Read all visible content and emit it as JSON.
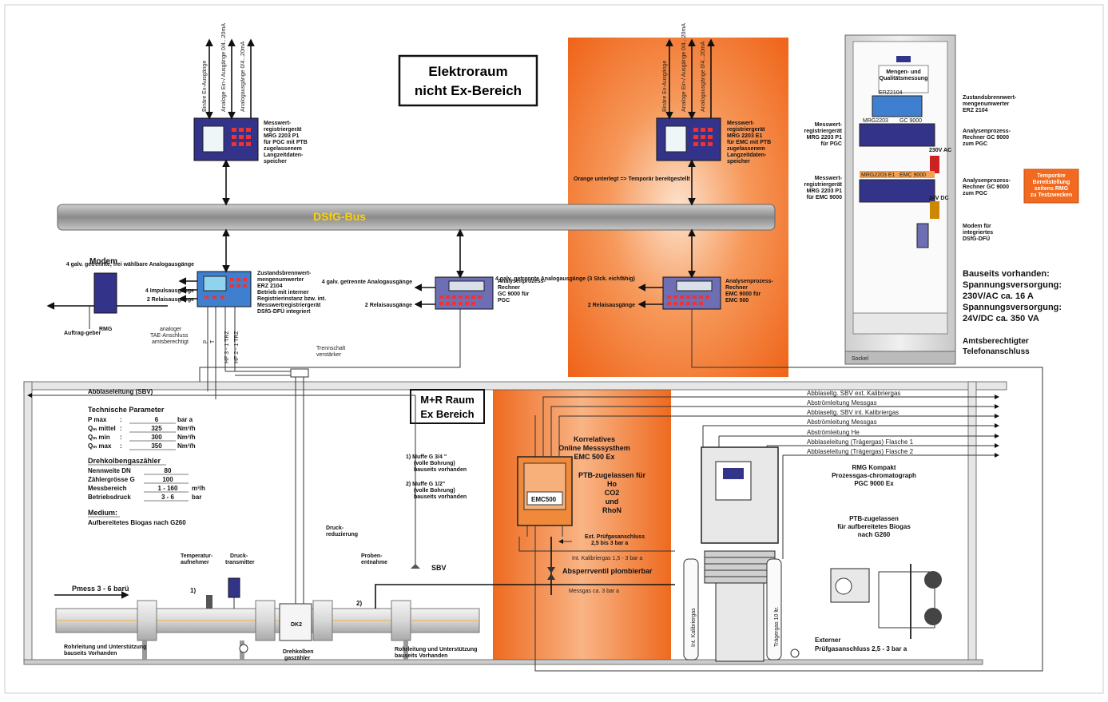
{
  "areas": {
    "elektroraum_line1": "Elektroraum",
    "elektroraum_line2": "nicht Ex-Bereich",
    "mr_line1": "M+R Raum",
    "mr_line2": "Ex Bereich",
    "orange_note": "Orange unterlegt => Temporär bereitgestellt"
  },
  "bus": {
    "label": "DSfG-Bus"
  },
  "colors": {
    "orange": "#f26a1f",
    "bus": "#9a9a9a",
    "device_blue": "#33338a",
    "screen_blue": "#8fd3ee"
  },
  "devices": {
    "mrg_pgc": {
      "label_lines": [
        "Messwert-",
        "registriergerät",
        "MRG 2203 P1",
        "für PGC mit PTB",
        "zugelassenem",
        "Langzeitdaten-",
        "speicher"
      ],
      "port_labels": [
        "Binäre Ex-Ausgänge",
        "Analoge Ein-/ Ausgänge 0/4...20mA",
        "Analogausgänge 0/4...20mA"
      ]
    },
    "mrg_emc": {
      "label_lines": [
        "Messwert-",
        "registriergerät",
        "MRG 2203 E1",
        "für EMC mit PTB",
        "zugelassenem",
        "Langzeitdaten-",
        "speicher"
      ],
      "port_labels": [
        "Binäre Ex-Ausgänge",
        "Analoge Ein-/ Ausgänge 0/4...20mA",
        "Analogausgänge 0/4...20mA"
      ]
    },
    "erz": {
      "label_lines": [
        "Zustandsbrennwert-",
        "mengenumwerter",
        "ERZ 2104",
        "Betrieb mit interner",
        "Registrierinstanz bzw. int.",
        "Messwertregistriergerät",
        "DSfG-DFÜ integriert"
      ],
      "outputs": [
        "4 galv. getrennte, frei wählbare Analogausgänge",
        "4 Impulsausgänge",
        "2 Relaisausgänge"
      ],
      "input_labels": [
        "p",
        "T",
        "HF 3 - 1 TRZ",
        "HF 2 - 1 TRZ"
      ]
    },
    "modem": {
      "title": "Modem",
      "auftraggeber": "Auftrag-geber",
      "rmg": "RMG"
    },
    "tae": {
      "lines": [
        "analoger",
        "TAE-Anschluss",
        "amtsberechtigt"
      ]
    },
    "trennschalt": {
      "lines": [
        "Trennschalt",
        "verstärker"
      ]
    },
    "gc9000": {
      "label_lines": [
        "Analysenprozess-",
        "Rechner",
        "GC 9000 für",
        "PGC"
      ],
      "outputs": [
        "4 galv. getrennte Analogausgänge",
        "2 Relaisausgänge"
      ]
    },
    "emc500": {
      "label_lines": [
        "Analysenprozess-",
        "Rechner",
        "EMC 9000 für",
        "EMC 500"
      ],
      "outputs": [
        "4 galv. getrennte Analogausgänge (3 Stck. eichfähig)",
        "2 Relaisausgänge"
      ]
    }
  },
  "cabinet": {
    "header": [
      "Mengen- und",
      "Qualitätsmessung"
    ],
    "erz_tag": "ERZ2104",
    "mrg_tag": "MRG2203",
    "gc_tag": "GC 9000",
    "mrg_e1_tag": "MRG2203 E1",
    "emc_tag": "EMC 9000",
    "v230": "230V AC",
    "v24": "24V DC",
    "sockel": "Sockel",
    "right_labels": [
      [
        "Zustandsbrennwert-",
        "mengenumwerter",
        "ERZ 2104"
      ],
      [
        "Analysenprozess-",
        "Rechner GC 9000",
        "zum PGC"
      ],
      [
        "Analysenprozess-",
        "Rechner GC 9000",
        "zum PGC"
      ],
      [
        "Modem für",
        "integriertes",
        "DSfG-DFÜ"
      ]
    ],
    "left_labels": [
      [
        "Messwert-",
        "registriergerät",
        "MRG 2203 P1",
        "für PGC"
      ],
      [
        "Messwert-",
        "registriergerät",
        "MRG 2203 P1",
        "für EMC 9000"
      ]
    ],
    "temp_note": [
      "Temporäre",
      "Bereitstellung",
      "seitens RMG",
      "zu Testzwecken"
    ],
    "supply": [
      "Bauseits vorhanden:",
      "Spannungsversorgung:",
      "230V/AC ca. 16 A",
      "Spannungsversorgung:",
      "24V/DC ca. 350 VA"
    ],
    "telefon": [
      "Amtsberechtigter",
      "Telefonanschluss"
    ]
  },
  "lines_right": [
    "Abblaseltg. SBV ext. Kalibriergas",
    "Abströmleitung Messgas",
    "Abblaseltg. SBV int. Kalibriergas",
    "Abströmleitung Messgas",
    "Abströmleitung He",
    "Abblaseleitung (Trägergas) Flasche 1",
    "Abblaseleitung (Trägergas) Flasche 2"
  ],
  "params": {
    "abblase": "Abblaseleitung (SBV)",
    "tech_title": "Technische Parameter",
    "rows": [
      [
        "P max",
        ":",
        "6",
        "bar a"
      ],
      [
        "Qₘ mittel",
        ":",
        "325",
        "Nm³/h"
      ],
      [
        "Qₘ min",
        ":",
        "300",
        "Nm³/h"
      ],
      [
        "Qₘ max",
        ":",
        "350",
        "Nm³/h"
      ]
    ],
    "dk_title": "Drehkolbengaszähler",
    "dk_rows": [
      [
        "Nennweite DN",
        "80",
        ""
      ],
      [
        "Zählergrösse G",
        "100",
        ""
      ],
      [
        "Messbereich",
        "1 - 160",
        "m³/h"
      ],
      [
        "Betriebsdruck",
        "3 - 6",
        "bar"
      ]
    ],
    "medium_title": "Medium:",
    "medium": "Aufbereitetes Biogas nach G260"
  },
  "notes": {
    "muffe1": [
      "1) Muffe G 3/4 \"",
      "(volle Bohrung)",
      "bauseits vorhanden"
    ],
    "muffe2": [
      "2) Muffe G 1/2\"",
      "(volle Bohrung)",
      "bauseits vorhanden"
    ],
    "druck": [
      "Druck-",
      "reduzierung"
    ],
    "temp": [
      "Temperatur-",
      "aufnehmer"
    ],
    "dtrans": [
      "Druck-",
      "transmitter"
    ],
    "proben": [
      "Proben-",
      "entnahme"
    ],
    "sbv": "SBV",
    "pmess": "Pmess   3 - 6 barü",
    "rohr_left": [
      "Rohrleitung und Unterstützung",
      "bauseits Vorhanden"
    ],
    "rohr_right": [
      "Rohrleitung und Unterstützung",
      "bauseits Vorhanden"
    ],
    "drehkolben": [
      "Drehkolben",
      "gaszähler"
    ],
    "n1": "1)",
    "n2": "2)",
    "dk": "DK2",
    "auftrag": "Auftrag-geber"
  },
  "emc": {
    "title": [
      "Korrelatives",
      "Online Messsysthem",
      "EMC 500 Ex"
    ],
    "ptb": [
      "PTB-zugelassen für",
      "Ho",
      "CO2",
      "und",
      "RhoN"
    ],
    "tag": "EMC500",
    "pruef": [
      "Ext. Prüfgasanschluss",
      "2,5 bis 3 bar a"
    ],
    "int_kal": "Int. Kalibriergas  1,5 - 3 bar a",
    "absperr": "Absperrventil plombierbar",
    "messgas": "Messgas ca. 3 bar a"
  },
  "pgc": {
    "title": [
      "RMG Kompakt",
      "Prozessgas-chromatograph",
      "PGC 9000 Ex"
    ],
    "ptb": [
      "PTB-zugelassen",
      "für aufbereitetes Biogas",
      "nach G260"
    ],
    "int_kal": "Int. Kalibriergas",
    "traegergas": "Trägergas 10 ltr.",
    "ext": [
      "Externer",
      "Prüfgasanschluss 2,5 - 3 bar a"
    ]
  }
}
